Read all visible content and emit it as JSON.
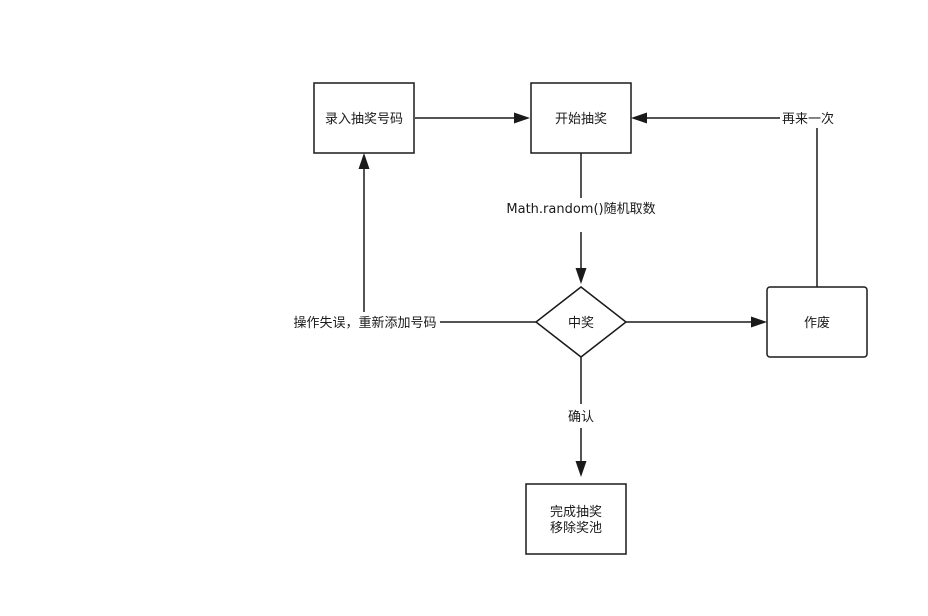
{
  "nodes": {
    "enter_numbers": {
      "label": "录入抽奖号码"
    },
    "start_draw": {
      "label": "开始抽奖"
    },
    "win": {
      "label": "中奖"
    },
    "void": {
      "label": "作废"
    },
    "complete": {
      "lines": [
        "完成抽奖",
        "移除奖池"
      ]
    }
  },
  "edges": {
    "random_pick": {
      "label": "Math.random()随机取数"
    },
    "confirm": {
      "label": "确认"
    },
    "again": {
      "label": "再来一次"
    },
    "re_add": {
      "label": "操作失误，重新添加号码"
    }
  }
}
